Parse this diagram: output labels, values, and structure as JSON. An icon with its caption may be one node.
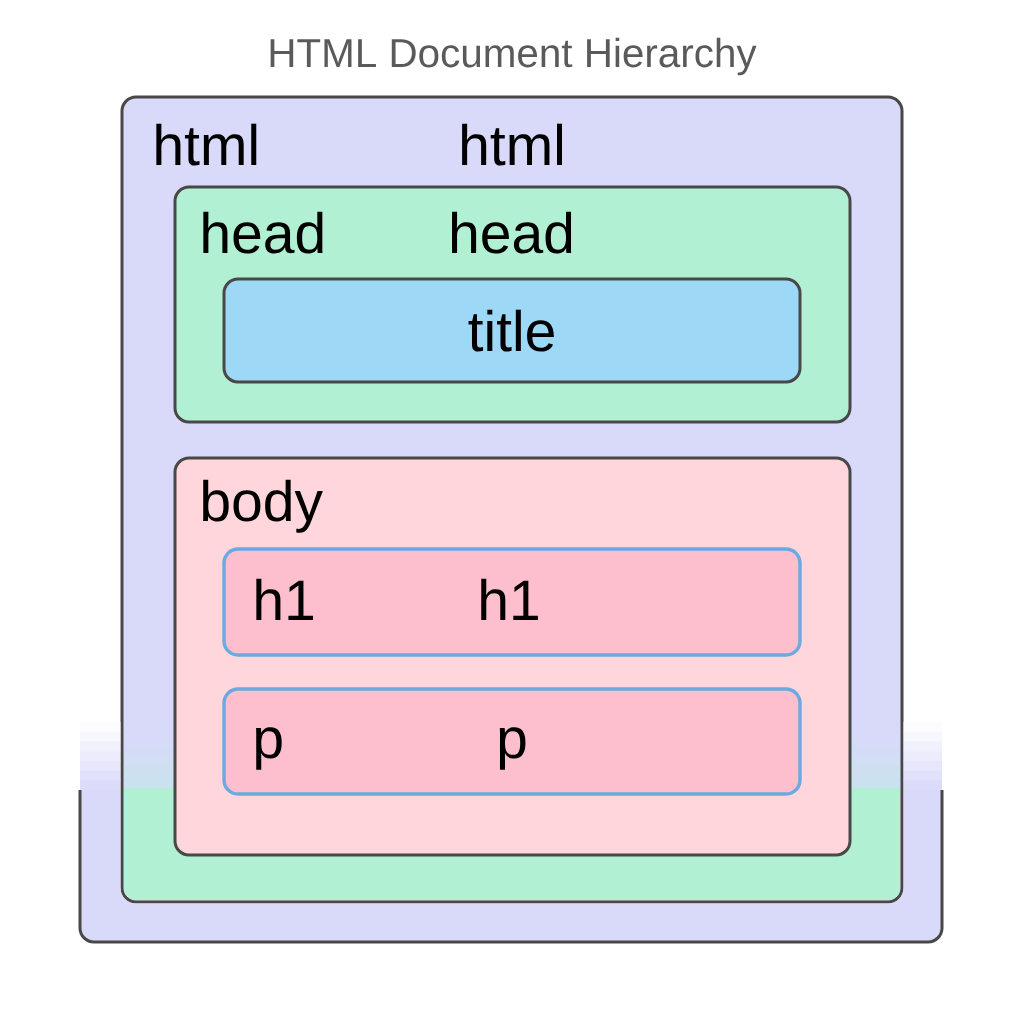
{
  "diagram": {
    "title": "HTML Document Hierarchy",
    "nodes": [
      {
        "text": [
          "html",
          "html"
        ]
      },
      {
        "text": [
          "head",
          "head"
        ],
        "in": 0
      },
      {
        "text": [
          "title"
        ],
        "in": 1
      },
      {
        "text": [
          "body"
        ],
        "in": 0
      },
      {
        "text": [
          "h1",
          "h1"
        ],
        "in": 3
      },
      {
        "text": [
          "p",
          "p"
        ],
        "in": 3
      },
      {
        "text": [],
        "shape": "box"
      }
    ]
  }
}
